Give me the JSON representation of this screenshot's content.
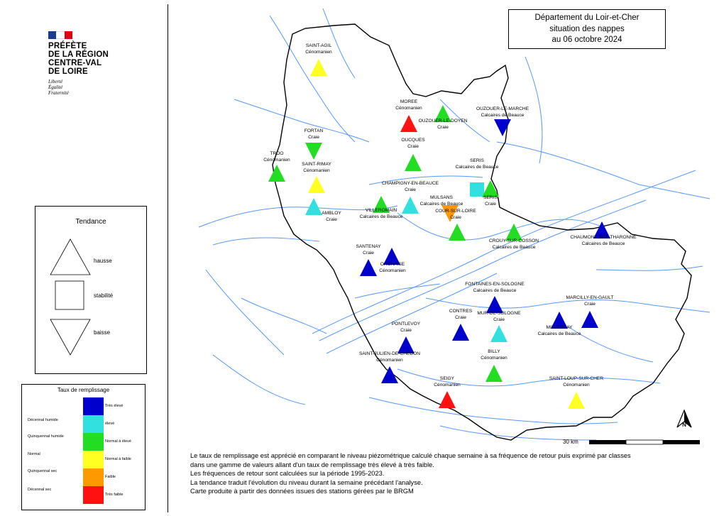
{
  "logo": {
    "org_lines": [
      "PRÉFÈTE",
      "DE LA RÉGION",
      "CENTRE-VAL",
      "DE LOIRE"
    ],
    "motto_lines": [
      "Liberté",
      "Égalité",
      "Fraternité"
    ]
  },
  "title_lines": [
    "Département du Loir-et-Cher",
    "situation des nappes",
    "au 06 octobre 2024"
  ],
  "tendance": {
    "title": "Tendance",
    "items": [
      {
        "shape": "up",
        "label": "hausse"
      },
      {
        "shape": "square",
        "label": "stabilité"
      },
      {
        "shape": "down",
        "label": "baisse"
      }
    ]
  },
  "taux": {
    "title": "Taux de remplissage",
    "classes": [
      {
        "color": "#0000cc",
        "right": "Très élevé",
        "left": "Décennal humide"
      },
      {
        "color": "#33e0e0",
        "right": "élevé",
        "left": "Quinquennal humide"
      },
      {
        "color": "#22dd22",
        "right": "Normal à élevé",
        "left": "Normal"
      },
      {
        "color": "#ffff22",
        "right": "Normal à faible",
        "left": "Quinquennal sec"
      },
      {
        "color": "#ff9900",
        "right": "Faible",
        "left": "Décennal sec"
      },
      {
        "color": "#ff1111",
        "right": "Très faible",
        "left": ""
      }
    ]
  },
  "stations": [
    {
      "name": "SAINT-AGIL",
      "aquifer": "Cénomanien",
      "shape": "up",
      "color": "#ffff22"
    },
    {
      "name": "MOREE",
      "aquifer": "Cénomanien",
      "shape": "up",
      "color": "#ff1111"
    },
    {
      "name": "OUZOUER-LE-DOYEN",
      "aquifer": "Craie",
      "shape": "up",
      "color": "#22dd22"
    },
    {
      "name": "OUZOUER-LE-MARCHE",
      "aquifer": "Calcaires de Beauce",
      "shape": "down",
      "color": "#0000cc"
    },
    {
      "name": "FORTAN",
      "aquifer": "Craie",
      "shape": "down",
      "color": "#22dd22"
    },
    {
      "name": "OUCQUES",
      "aquifer": "Craie",
      "shape": "up",
      "color": "#22dd22"
    },
    {
      "name": "TROO",
      "aquifer": "Cénomanien",
      "shape": "up",
      "color": "#22dd22"
    },
    {
      "name": "SAINT-RIMAY",
      "aquifer": "Cénomanien",
      "shape": "up",
      "color": "#ffff22"
    },
    {
      "name": "SERIS",
      "aquifer": "Calcaires de Beauce",
      "shape": "square",
      "color": "#33e0e0"
    },
    {
      "name": "SERIS",
      "aquifer": "Craie",
      "shape": "up",
      "color": "#22dd22"
    },
    {
      "name": "CHAMPIGNY-EN-BEAUCE",
      "aquifer": "Craie",
      "shape": "up",
      "color": "#33e0e0"
    },
    {
      "name": "MULSANS",
      "aquifer": "Calcaires de Beauce",
      "shape": "down",
      "color": "#ff9900"
    },
    {
      "name": "VILLEROMAIN",
      "aquifer": "Calcaires de Beauce",
      "shape": "up",
      "color": "#22dd22"
    },
    {
      "name": "AMBLOY",
      "aquifer": "Craie",
      "shape": "up",
      "color": "#33e0e0"
    },
    {
      "name": "COUR-SUR-LOIRE",
      "aquifer": "Craie",
      "shape": "up",
      "color": "#22dd22"
    },
    {
      "name": "CROUY-SUR-COSSON",
      "aquifer": "Calcaires de Beauce",
      "shape": "up",
      "color": "#22dd22"
    },
    {
      "name": "CHAUMONT-SUR-THARONNE",
      "aquifer": "Calcaires de Beauce",
      "shape": "up",
      "color": "#0000cc"
    },
    {
      "name": "SANTENAY",
      "aquifer": "Craie",
      "shape": "up",
      "color": "#0000cc"
    },
    {
      "name": "ORCHAISE",
      "aquifer": "Cénomanien",
      "shape": "up",
      "color": "#0000cc"
    },
    {
      "name": "FONTAINES-EN-SOLOGNE",
      "aquifer": "Calcaires de Beauce",
      "shape": "up",
      "color": "#0000cc"
    },
    {
      "name": "MARCILLY-EN-GAULT",
      "aquifer": "Craie",
      "shape": "up",
      "color": "#0000cc"
    },
    {
      "name": "CONTRES",
      "aquifer": "Craie",
      "shape": "up",
      "color": "#0000cc"
    },
    {
      "name": "MUR-DE-SOLOGNE",
      "aquifer": "Craie",
      "shape": "up",
      "color": "#33e0e0"
    },
    {
      "name": "MILLANCAY",
      "aquifer": "Calcaires de Beauce",
      "shape": "up",
      "color": "#0000cc"
    },
    {
      "name": "PONTLEVOY",
      "aquifer": "Craie",
      "shape": "up",
      "color": "#0000cc"
    },
    {
      "name": "SAINT-JULIEN-DE-CHEDON",
      "aquifer": "Cénomanien",
      "shape": "up",
      "color": "#0000cc"
    },
    {
      "name": "BILLY",
      "aquifer": "Cénomanien",
      "shape": "up",
      "color": "#22dd22"
    },
    {
      "name": "SEIGY",
      "aquifer": "Cénomanien",
      "shape": "up",
      "color": "#ff1111"
    },
    {
      "name": "SAINT-LOUP-SUR-CHER",
      "aquifer": "Cénomanien",
      "shape": "up",
      "color": "#ffff22"
    }
  ],
  "scale_label": "30 km",
  "north_label": "N",
  "notes": [
    "Le taux de remplissage est apprécié en comparant le niveau piézométrique calculé chaque semaine à sa fréquence de retour puis exprimé par classes",
    "dans une gamme de valeurs allant d'un taux de remplissage très élevé à très faible.",
    "Les fréquences de retour sont calculées sur la période 1995-2023.",
    "La tendance traduit l'évolution du niveau durant la semaine précédant l'analyse.",
    "Carte produite à partir des données issues des stations gérées par le BRGM"
  ]
}
